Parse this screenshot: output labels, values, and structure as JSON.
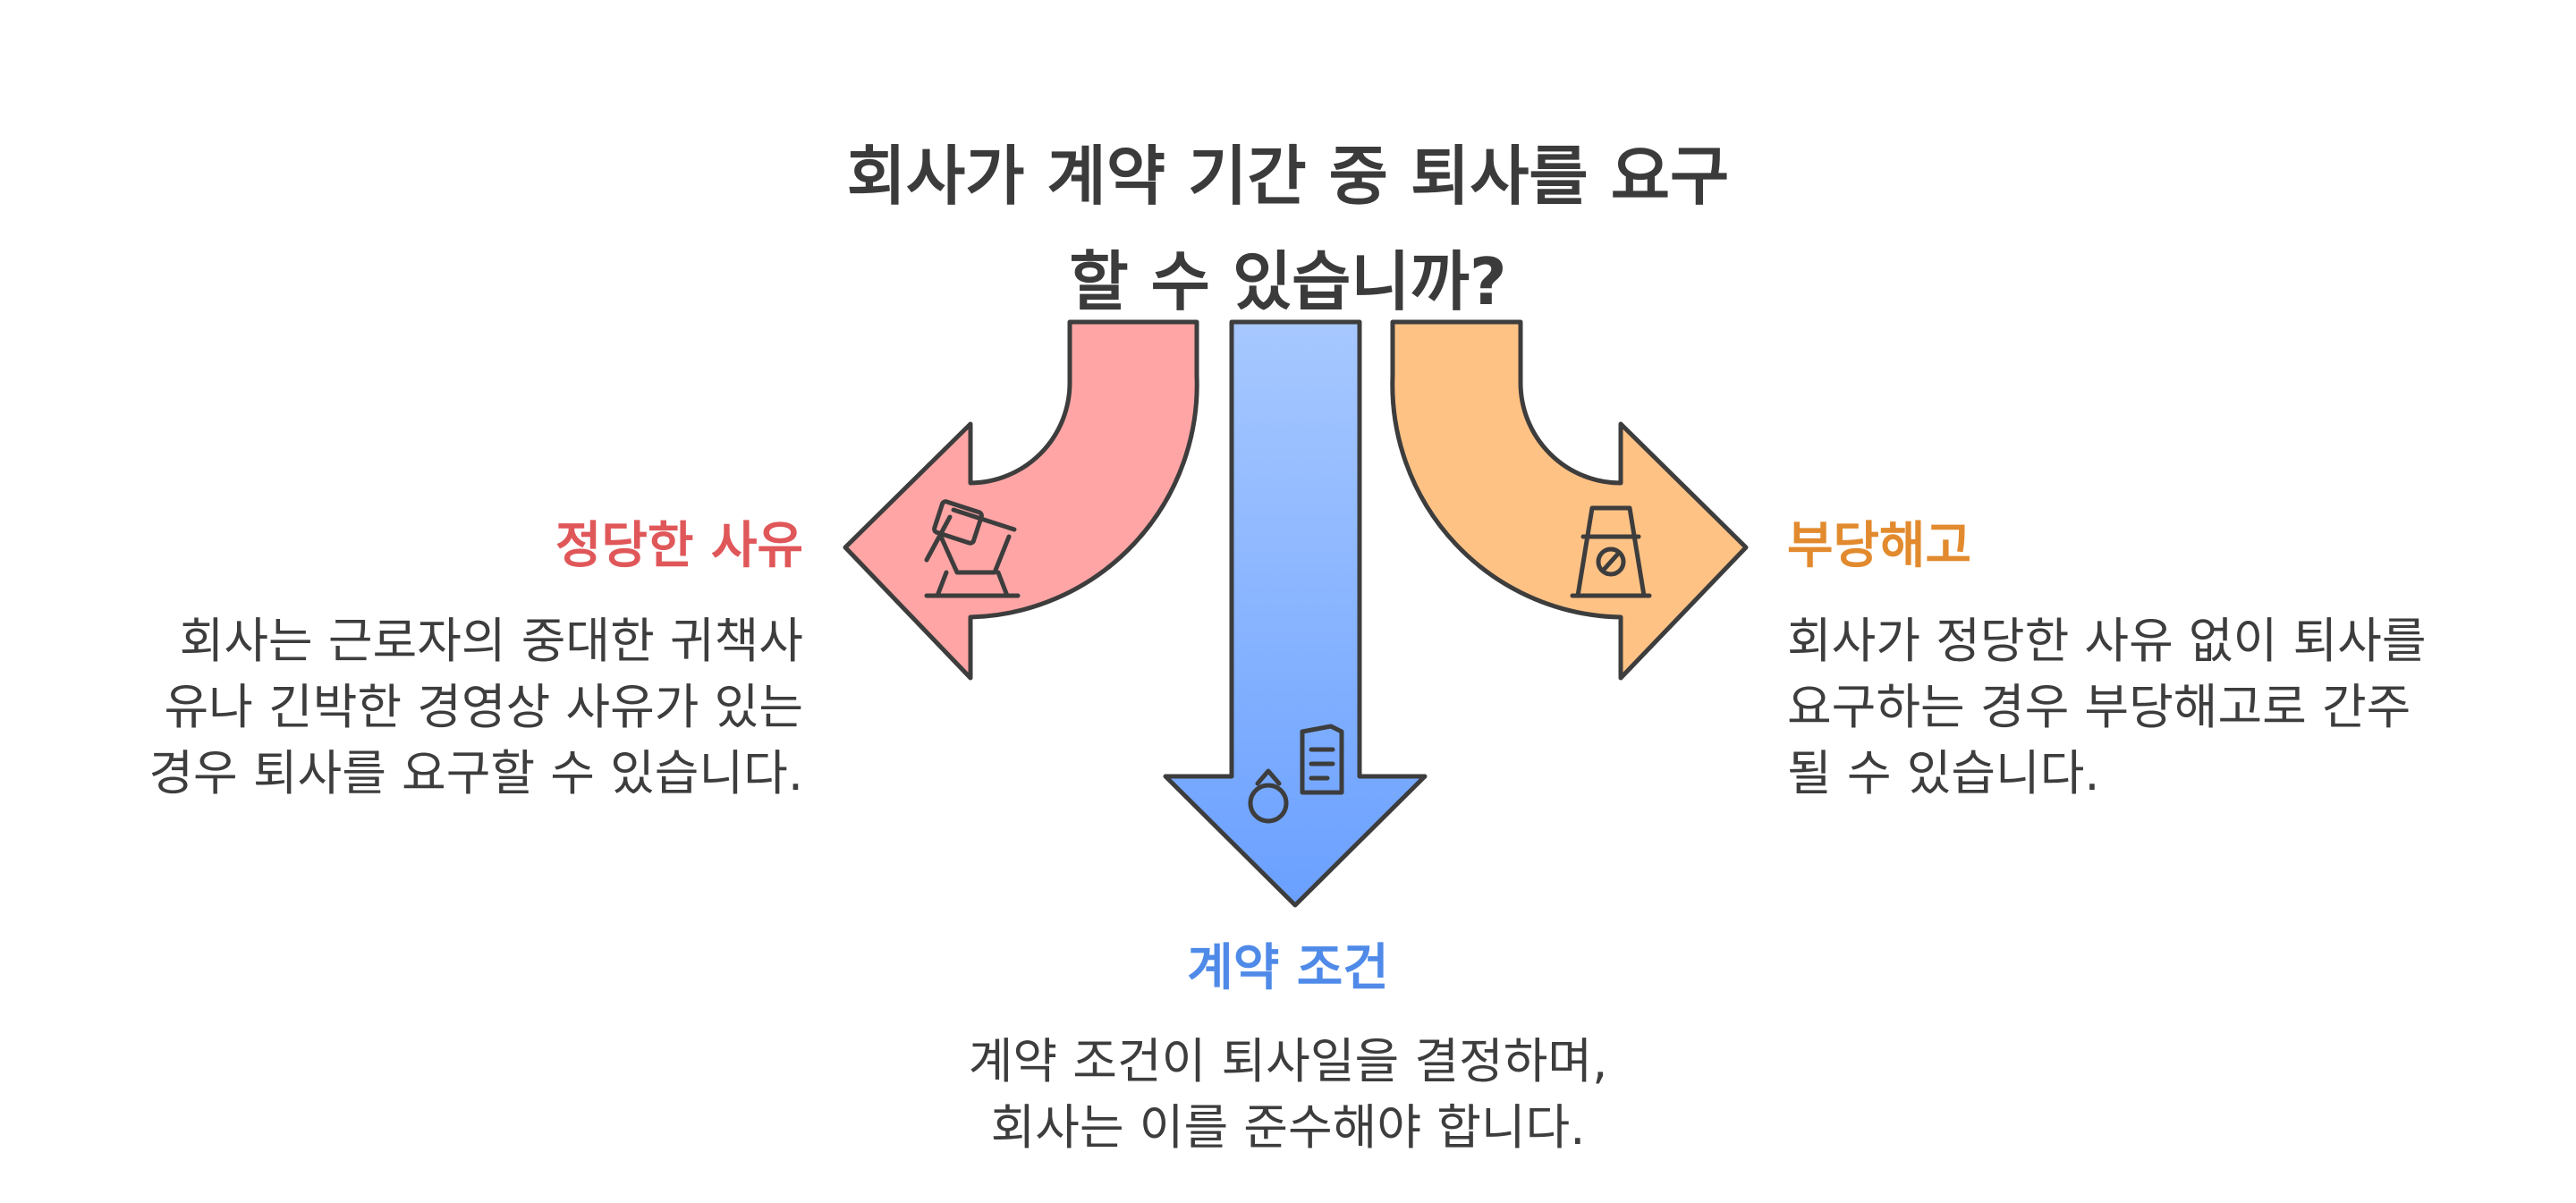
{
  "title_lines": [
    "회사가 계약 기간 중 퇴사를 요구",
    "할 수 있습니까?"
  ],
  "branches": {
    "left": {
      "heading": "정당한 사유",
      "lines": [
        "회사는 근로자의 중대한 귀책사",
        "유나 긴박한 경영상 사유가 있는",
        "경우 퇴사를 요구할 수 있습니다."
      ],
      "color": "#e0575a",
      "fill": "#ffa5a5",
      "icon": "gavel-icon"
    },
    "middle": {
      "heading": "계약 조건",
      "lines": [
        "계약 조건이 퇴사일을 결정하며,",
        "회사는 이를 준수해야 합니다."
      ],
      "color": "#4f8ae8",
      "fill_top": "#a7c8ff",
      "fill_bottom": "#6aa0ff",
      "icon": "contract-ring-icon"
    },
    "right": {
      "heading": "부당해고",
      "lines": [
        "회사가 정당한 사유 없이 퇴사를",
        "요구하는 경우 부당해고로 간주",
        "될 수 있습니다."
      ],
      "color": "#e28a2e",
      "fill": "#ffc285",
      "icon": "warning-sign-icon"
    }
  },
  "stroke_color": "#3d3d3d"
}
